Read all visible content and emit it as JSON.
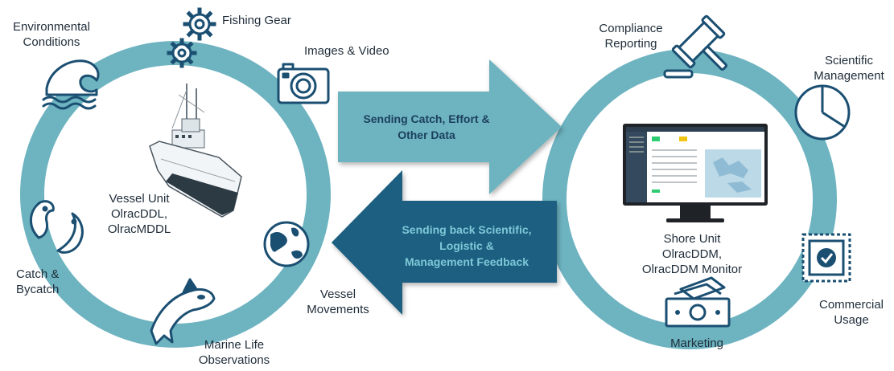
{
  "colors": {
    "ring": "#6db3c0",
    "arrow_light": "#6db3c0",
    "arrow_dark": "#1e5f80",
    "icon": "#1b4f72",
    "text": "#1f2d3a"
  },
  "left_cycle": {
    "center_label": [
      "Vessel Unit",
      "OlracDDL,",
      "OlracMDDL"
    ],
    "items": [
      {
        "icon": "wave-icon",
        "label": [
          "Environmental",
          "Conditions"
        ]
      },
      {
        "icon": "gears-icon",
        "label": [
          "Fishing Gear"
        ]
      },
      {
        "icon": "camera-icon",
        "label": [
          "Images & Video"
        ]
      },
      {
        "icon": "globe-icon",
        "label": [
          "Vessel",
          "Movements"
        ]
      },
      {
        "icon": "orca-icon",
        "label": [
          "Marine Life",
          "Observations"
        ]
      },
      {
        "icon": "fish-icon",
        "label": [
          "Catch &",
          "Bycatch"
        ]
      }
    ]
  },
  "arrows": {
    "send": [
      "Sending Catch, Effort &",
      "Other Data"
    ],
    "back": [
      "Sending back Scientific,",
      "Logistic &",
      "Management  Feedback"
    ]
  },
  "right_cycle": {
    "center_label": [
      "Shore Unit",
      "OlracDDM,",
      "OlracDDM Monitor"
    ],
    "items": [
      {
        "icon": "gavel-icon",
        "label": [
          "Compliance",
          "Reporting"
        ]
      },
      {
        "icon": "pie-chart-icon",
        "label": [
          "Scientific",
          "Management"
        ]
      },
      {
        "icon": "stamp-check-icon",
        "label": [
          "Commercial",
          "Usage"
        ]
      },
      {
        "icon": "money-icon",
        "label": [
          "Marketing"
        ]
      }
    ]
  }
}
